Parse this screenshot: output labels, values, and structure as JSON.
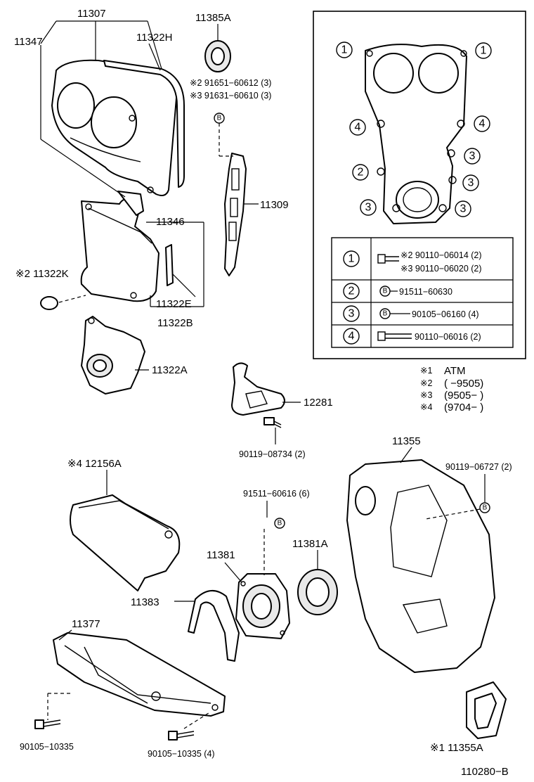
{
  "parts": {
    "p11307": "11307",
    "p11347": "11347",
    "p11322H": "11322H",
    "p11385A": "11385A",
    "bolt_alt1": "※2 91651−60612 (3)",
    "bolt_alt2": "※3 91631−60610 (3)",
    "p11309": "11309",
    "p11346": "11346",
    "p11322K": "※2 11322K",
    "p11322E": "11322E",
    "p11322B": "11322B",
    "p11322A": "11322A",
    "p12281": "12281",
    "bolt_90119_08734": "90119−08734 (2)",
    "p12156A": "※4 12156A",
    "p11355": "11355",
    "bolt_90119_06727": "90119−06727 (2)",
    "bolt_91511_60616": "91511−60616 (6)",
    "p11381": "11381",
    "p11381A": "11381A",
    "p11383": "11383",
    "p11377": "11377",
    "bolt_90105_10335_a": "90105−10335",
    "bolt_90105_10335_b": "90105−10335 (4)",
    "p111355A": "※1 11355A",
    "diagram_code": "110280−B"
  },
  "bolt_marker": "B",
  "inset": {
    "position_markers": {
      "top_left": "1",
      "top_right": "1",
      "mid_left": "4",
      "mid_right": "4",
      "left_2": "2",
      "right_3a": "3",
      "right_3b": "3",
      "bottom_left_3": "3",
      "bottom_right_3": "3"
    },
    "legend": [
      {
        "marker": "1",
        "line1": "※2 90110−06014 (2)",
        "line2": "※3 90110−06020 (2)"
      },
      {
        "marker": "2",
        "line1": "91511−60630",
        "line2": ""
      },
      {
        "marker": "3",
        "line1": "90105−06160 (4)",
        "line2": ""
      },
      {
        "marker": "4",
        "line1": "90110−06016 (2)",
        "line2": ""
      }
    ]
  },
  "notes": [
    {
      "mark": "※1",
      "text": "ATM"
    },
    {
      "mark": "※2",
      "text": "(          −9505)"
    },
    {
      "mark": "※3",
      "text": "(9505−          )"
    },
    {
      "mark": "※4",
      "text": "(9704−          )"
    }
  ]
}
